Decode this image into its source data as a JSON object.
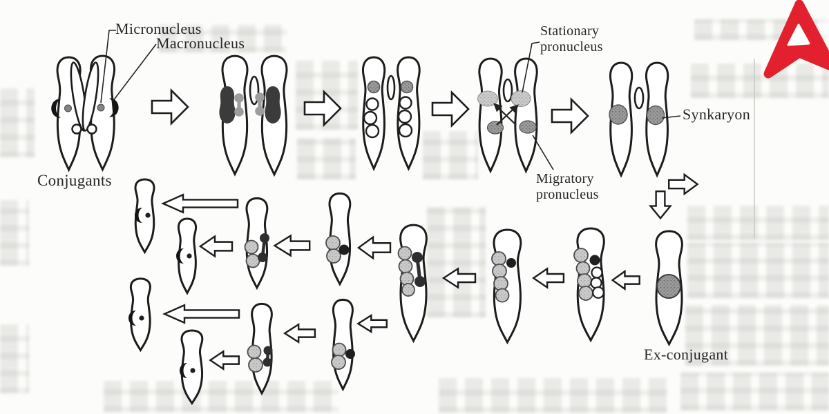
{
  "figure": {
    "labels": {
      "micronucleus": "Micronucleus",
      "macronucleus": "Macronucleus",
      "conjugants": "Conjugants",
      "stationary1": "Stationary",
      "stationary2": "pronucleus",
      "migratory1": "Migratory",
      "migratory2": "pronucleus",
      "synkaryon": "Synkaryon",
      "ex_conjugant": "Ex-conjugant"
    },
    "icons": {
      "logo": "red-arrowhead-logo",
      "flow_arrow": "outline-arrow-icon"
    },
    "colors": {
      "logo_red": "#e2202e",
      "ink": "#1c1c1c",
      "nucleus_light_gray": "#cbcbcb",
      "nucleus_mid_gray": "#9b9b9b",
      "nucleus_dark": "#2e2e2e",
      "background": "#fcfcfa",
      "bleedthrough_gray": "#7d7d76"
    }
  }
}
